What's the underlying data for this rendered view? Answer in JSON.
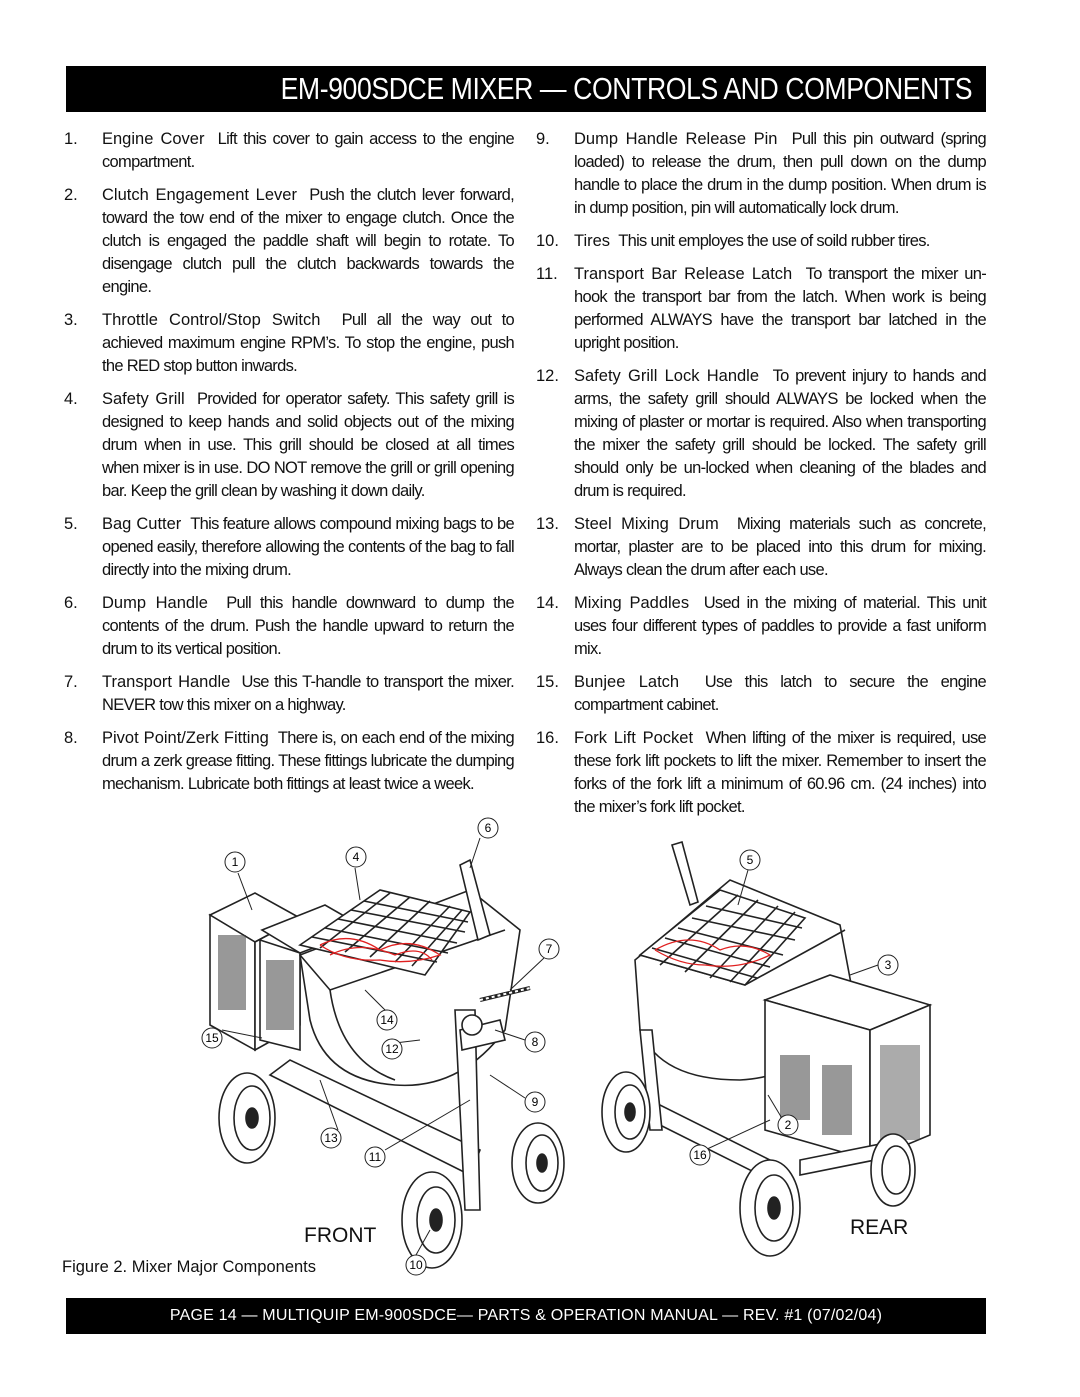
{
  "header": {
    "title": "EM-900SDCE MIXER — CONTROLS AND COMPONENTS"
  },
  "left_items": [
    {
      "num": "1.",
      "term": "Engine Cover",
      "desc": "Lift this cover to gain access to the engine compartment."
    },
    {
      "num": "2.",
      "term": "Clutch Engagement Lever",
      "desc": "Push the clutch lever forward, toward the tow end of the mixer to engage clutch. Once the clutch is engaged the paddle shaft will begin to rotate. To disengage clutch pull the clutch backwards towards the engine."
    },
    {
      "num": "3.",
      "term": "Throttle Control/Stop Switch",
      "desc": "Pull all the way out to achieved maximum engine RPM’s. To stop the engine, push the RED stop button inwards."
    },
    {
      "num": "4.",
      "term": "Safety Grill",
      "desc": "Provided for operator safety. This safety grill is designed to keep hands and solid objects out of the mixing drum when in use. This grill should be closed at all times when mixer is in use. DO NOT remove the grill or grill opening bar. Keep the grill clean by washing it down daily."
    },
    {
      "num": "5.",
      "term": "Bag Cutter",
      "desc": "This feature allows compound mixing bags to be opened easily, therefore allowing the contents of the bag to fall directly into the mixing drum."
    },
    {
      "num": "6.",
      "term": "Dump Handle",
      "desc": "Pull this handle downward to dump the contents of the drum. Push the handle upward to return the drum to its vertical position."
    },
    {
      "num": "7.",
      "term": "Transport Handle",
      "desc": "Use this T-handle to transport the mixer. NEVER tow this mixer on a highway."
    },
    {
      "num": "8.",
      "term": "Pivot Point/Zerk Fitting",
      "desc": "There is, on each end of the mixing drum a zerk grease fitting. These fittings lubricate the dumping mechanism. Lubricate both fittings at least twice a week."
    }
  ],
  "right_items": [
    {
      "num": "9.",
      "term": "Dump Handle Release Pin",
      "desc": "Pull this pin outward (spring loaded) to release the drum, then pull down on the dump handle to place the drum in the dump position. When drum is in dump position, pin will automatically lock drum."
    },
    {
      "num": "10.",
      "term": "Tires",
      "desc": "This unit employes the use of soild rubber tires."
    },
    {
      "num": "11.",
      "term": "Transport Bar Release Latch",
      "desc": "To transport the mixer un-hook the transport bar from the latch. When work is being performed ALWAYS have the transport bar latched in the upright position."
    },
    {
      "num": "12.",
      "term": "Safety Grill Lock Handle",
      "desc": "To prevent injury to hands and arms, the safety grill should ALWAYS be locked when the mixing of plaster or mortar is required. Also when transporting the mixer the safety grill should be locked. The safety grill should only be un-locked when cleaning of the blades and drum is required."
    },
    {
      "num": "13.",
      "term": "Steel Mixing Drum",
      "desc": "Mixing materials such as concrete, mortar, plaster are to be placed into this drum for mixing. Always clean the drum after each use."
    },
    {
      "num": "14.",
      "term": "Mixing Paddles",
      "desc": "Used in the mixing of material. This unit uses four different types of paddles to provide a fast uniform mix."
    },
    {
      "num": "15.",
      "term": "Bunjee Latch",
      "desc": "Use this latch to secure the engine compartment cabinet."
    },
    {
      "num": "16.",
      "term": "Fork Lift Pocket",
      "desc": "When lifting of the mixer is required, use these fork lift pockets to lift the mixer. Remember to insert the forks of the fork lift a minimum of 60.96 cm. (24 inches) into the mixer’s fork lift pocket."
    }
  ],
  "figure": {
    "front_label": "FRONT",
    "rear_label": "REAR",
    "caption": "Figure 2. Mixer Major Components",
    "callouts_front": [
      "1",
      "4",
      "6",
      "7",
      "14",
      "12",
      "15",
      "8",
      "9",
      "13",
      "11",
      "10"
    ],
    "callouts_rear": [
      "5",
      "3",
      "2",
      "16"
    ]
  },
  "footer": {
    "text": "PAGE 14 — MULTIQUIP EM-900SDCE— PARTS & OPERATION MANUAL — REV. #1 (07/02/04)"
  },
  "colors": {
    "bar": "#000000",
    "grill_highlight": "#e02020",
    "line": "#222222"
  }
}
